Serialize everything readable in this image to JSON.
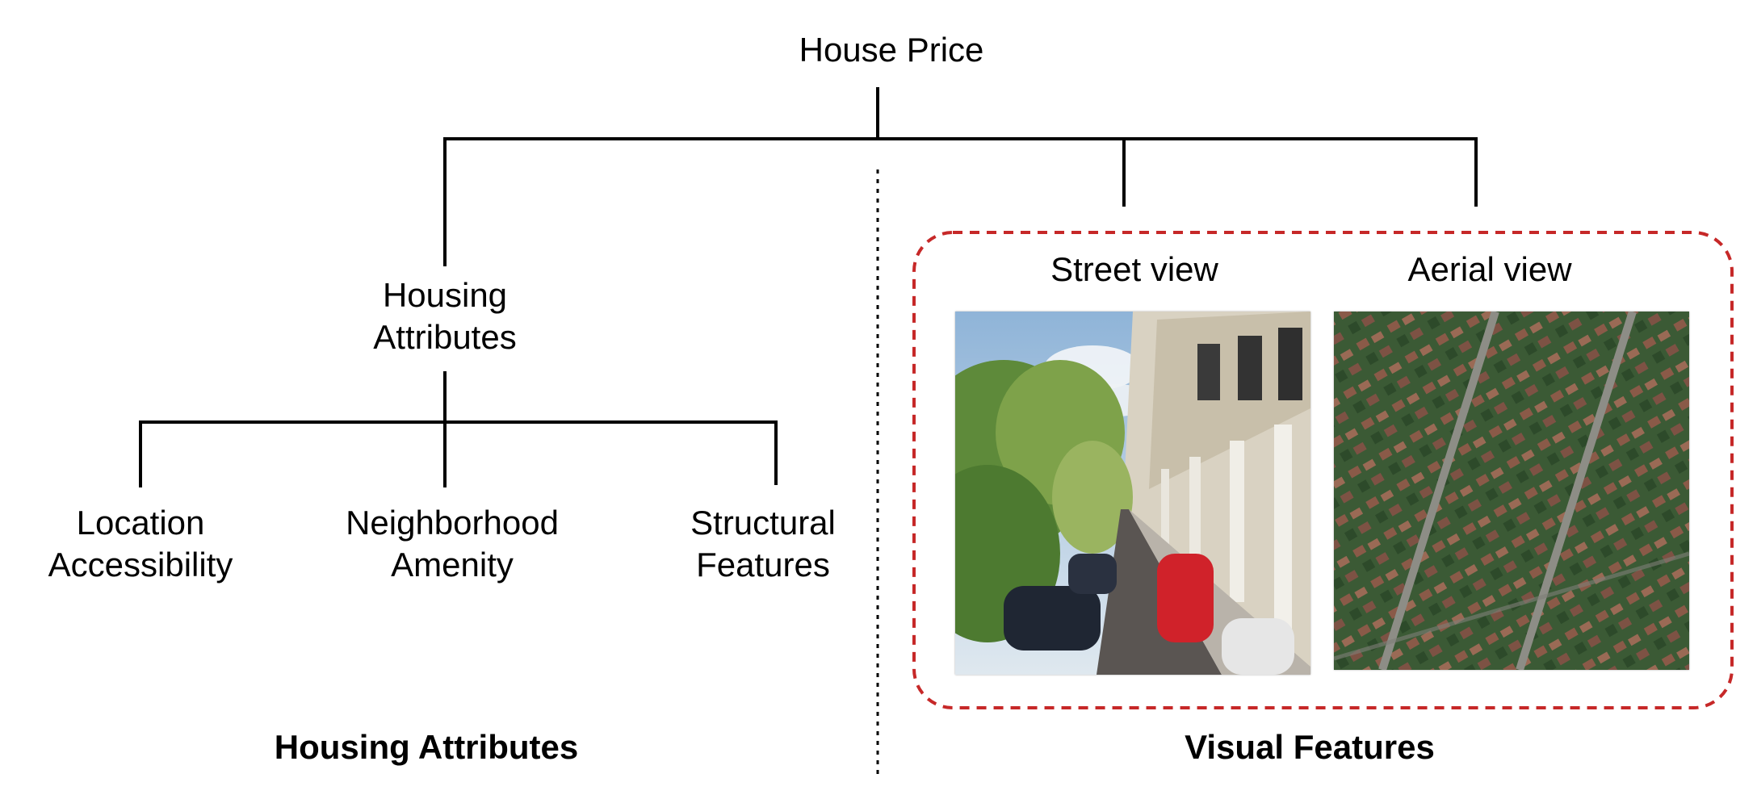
{
  "root": {
    "label": "House Price"
  },
  "housing": {
    "label_line1": "Housing",
    "label_line2": "Attributes",
    "children": [
      {
        "line1": "Location",
        "line2": "Accessibility"
      },
      {
        "line1": "Neighborhood",
        "line2": "Amenity"
      },
      {
        "line1": "Structural",
        "line2": "Features"
      }
    ]
  },
  "visual": {
    "street_label": "Street view",
    "aerial_label": "Aerial view",
    "street_image": "street-view-photo",
    "aerial_image": "aerial-view-photo"
  },
  "sections": {
    "left": "Housing Attributes",
    "right": "Visual Features"
  },
  "colors": {
    "line": "#000000",
    "dashed_border": "#c62828"
  }
}
